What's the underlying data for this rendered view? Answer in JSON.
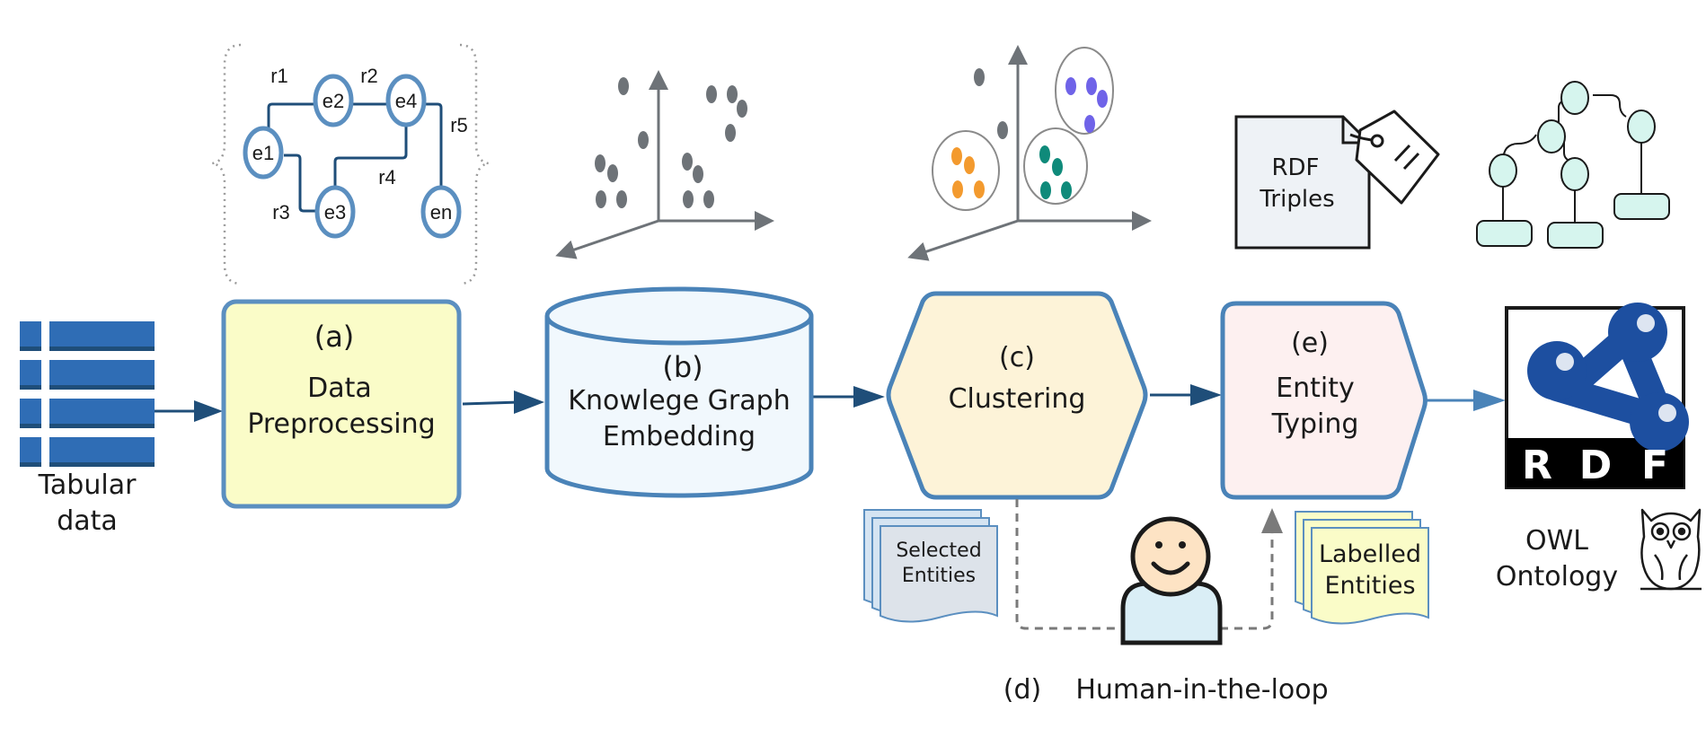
{
  "colors": {
    "line_dark": "#1f4e79",
    "node_blue": "#5b8fc0",
    "preprocess_fill": "#fafcc8",
    "embedding_fill": "#f1f8fd",
    "cluster_fill": "#fdf3d8",
    "typing_fill": "#fdf0f0",
    "table_blue": "#2f6db5",
    "cluster_orange": "#f39a2e",
    "cluster_blue": "#6f63e8",
    "cluster_teal": "#0f8a7a",
    "ontology_fill": "#d6f5ee",
    "rdf_blue": "#1d4fa0"
  },
  "input": {
    "label_line1": "Tabular",
    "label_line2": "data",
    "icon": "table-icon"
  },
  "steps": {
    "a": {
      "tag": "(a)",
      "line1": "Data",
      "line2": "Preprocessing"
    },
    "b": {
      "tag": "(b)",
      "line1": "Knowlege Graph",
      "line2": "Embedding"
    },
    "c": {
      "tag": "(c)",
      "line1": "Clustering"
    },
    "d": {
      "tag": "(d)",
      "line1": "Human-in-the-loop"
    },
    "e": {
      "tag": "(e)",
      "line1": "Entity",
      "line2": "Typing"
    }
  },
  "graph": {
    "nodes": [
      "e1",
      "e2",
      "e3",
      "e4",
      "en"
    ],
    "relations": [
      "r1",
      "r2",
      "r3",
      "r4",
      "r5"
    ]
  },
  "documents": {
    "selected": {
      "line1": "Selected",
      "line2": "Entities"
    },
    "labelled": {
      "line1": "Labelled",
      "line2": "Entities"
    }
  },
  "rdf_triples": {
    "line1": "RDF",
    "line2": "Triples"
  },
  "output": {
    "rdf_letters": [
      "R",
      "D",
      "F"
    ],
    "owl_line1": "OWL",
    "owl_line2": "Ontology"
  }
}
